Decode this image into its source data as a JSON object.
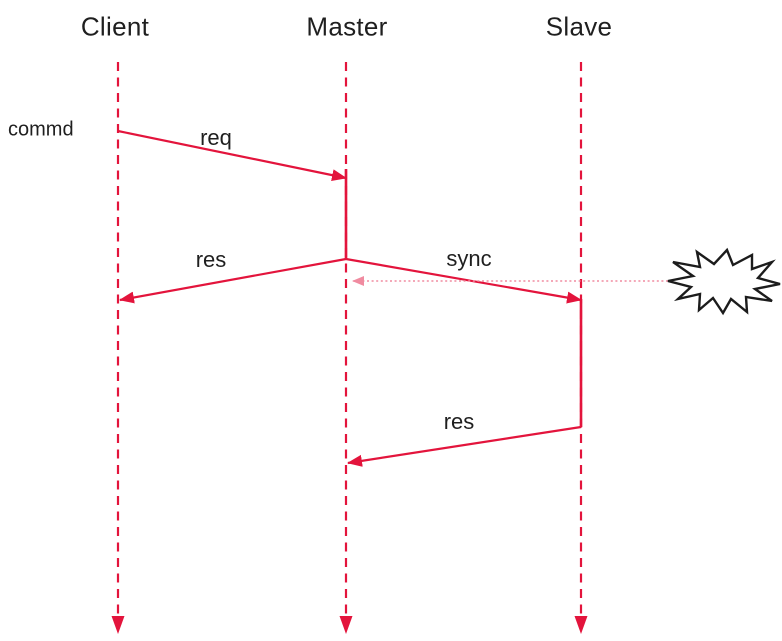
{
  "diagram": {
    "type": "sequence-diagram",
    "actors": [
      {
        "label": "Client"
      },
      {
        "label": "Master"
      },
      {
        "label": "Slave"
      }
    ],
    "note": "commd",
    "messages": [
      {
        "label": "req",
        "from": "Client",
        "to": "Master",
        "style": "solid"
      },
      {
        "label": "res",
        "from": "Master",
        "to": "Client",
        "style": "solid"
      },
      {
        "label": "sync",
        "from": "Master",
        "to": "Slave",
        "style": "solid"
      },
      {
        "label": "res",
        "from": "Slave",
        "to": "Master",
        "style": "solid"
      }
    ],
    "failure_signal": {
      "label": "",
      "from": "explosion",
      "to": "Master",
      "style": "dotted"
    },
    "colors": {
      "message_line": "#e3143c",
      "dotted_line": "#f08ba0",
      "text": "#1f1f1f",
      "explosion_outline": "#1c1c1c"
    }
  }
}
